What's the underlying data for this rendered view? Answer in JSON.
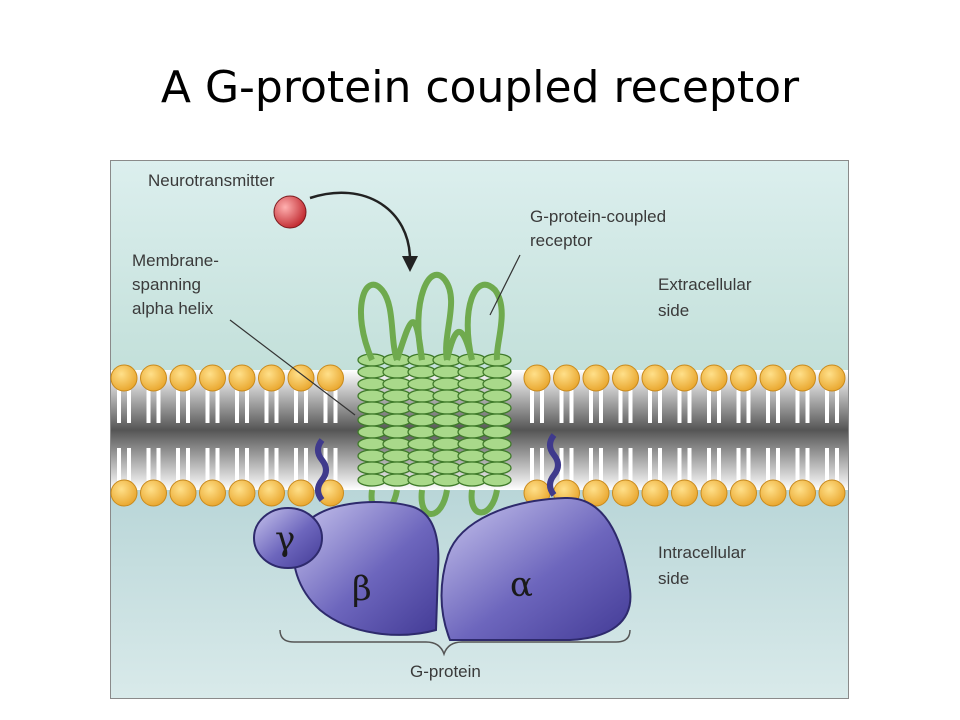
{
  "title": "A G-protein coupled receptor",
  "labels": {
    "neurotransmitter": "Neurotransmitter",
    "receptor_line1": "G-protein-coupled",
    "receptor_line2": "receptor",
    "helix_line1": "Membrane-",
    "helix_line2": "spanning",
    "helix_line3": "alpha helix",
    "extracellular_line1": "Extracellular",
    "extracellular_line2": "side",
    "intracellular_line1": "Intracellular",
    "intracellular_line2": "side",
    "gprotein": "G-protein",
    "gamma": "γ",
    "beta": "β",
    "alpha": "α"
  },
  "colors": {
    "extracellular_bg": "#cfe6e3",
    "intracellular_bg": "#c7dde0",
    "lipid_head": "#f2b23a",
    "receptor_green": "#8fca6a",
    "protein_purple": "#5a52a8",
    "ligand_red": "#d8333a"
  }
}
